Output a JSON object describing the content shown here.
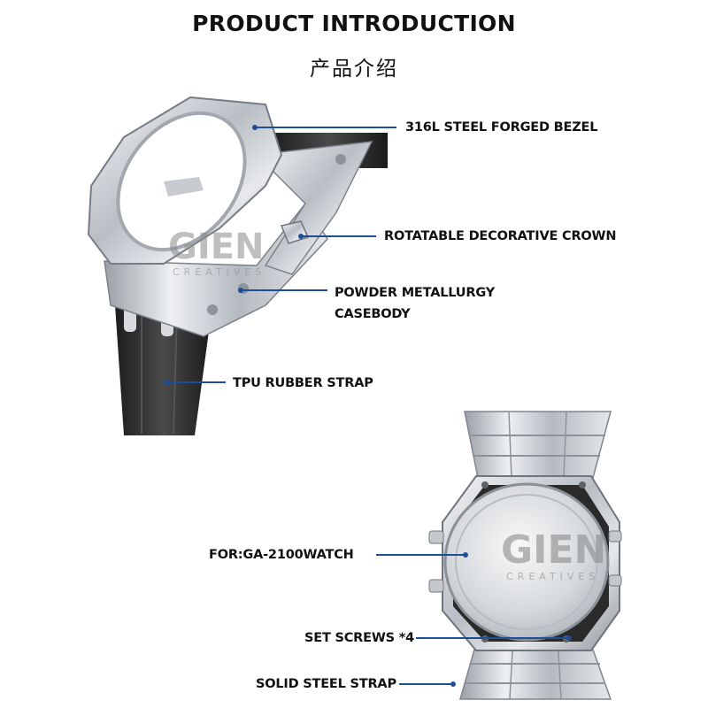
{
  "header": {
    "title": "PRODUCT INTRODUCTION",
    "subtitle": "产品介绍"
  },
  "callouts": [
    {
      "label": "316L STEEL FORGED BEZEL"
    },
    {
      "label": "ROTATABLE DECORATIVE CROWN"
    },
    {
      "label_line1": "POWDER METALLURGY",
      "label_line2": "CASEBODY"
    },
    {
      "label": "TPU RUBBER STRAP"
    },
    {
      "label": "FOR:GA-2100WATCH"
    },
    {
      "label": "SET SCREWS *4"
    },
    {
      "label": "SOLID STEEL STRAP"
    }
  ],
  "watermark": {
    "brand": "GIEN",
    "sub": "CREATIVES"
  },
  "colors": {
    "leader": "#1f4e99",
    "steel": "#c9cdd2",
    "rubber": "#2b2b2b"
  }
}
